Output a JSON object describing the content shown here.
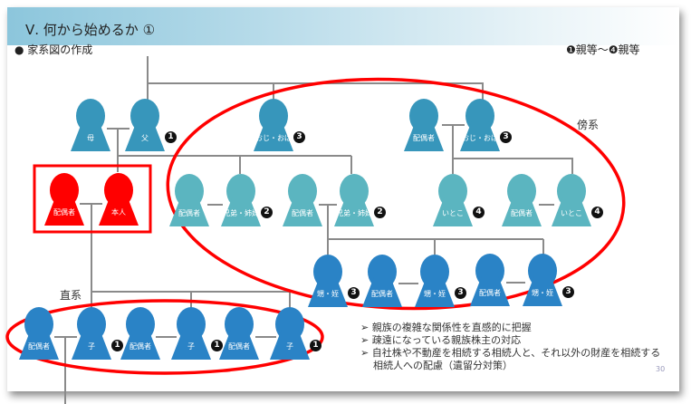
{
  "title": "Ⅴ. 何から始めるか ①",
  "bullet": "● 家系図の作成",
  "legend": "❶親等～❹親等",
  "labels": {
    "collateral": "傍系",
    "lineal": "直系"
  },
  "figures": {
    "mother": {
      "name": "母"
    },
    "father": {
      "name": "父",
      "badge": "1"
    },
    "uncle1": {
      "name": "おじ・おば",
      "badge": "3"
    },
    "uncle2_spouse": {
      "name": "配偶者"
    },
    "uncle2": {
      "name": "おじ・おば",
      "badge": "3"
    },
    "self_spouse": {
      "name": "配偶者"
    },
    "self": {
      "name": "本人"
    },
    "sib1_spouse": {
      "name": "配偶者"
    },
    "sib1": {
      "name": "兄弟・姉妹",
      "badge": "2"
    },
    "sib2_spouse": {
      "name": "配偶者"
    },
    "sib2": {
      "name": "兄弟・姉妹",
      "badge": "2"
    },
    "cousin1": {
      "name": "いとこ",
      "badge": "4"
    },
    "cousin2_spouse": {
      "name": "配偶者"
    },
    "cousin2": {
      "name": "いとこ",
      "badge": "4"
    },
    "nephew1": {
      "name": "甥・姪",
      "badge": "3"
    },
    "nephew2_spouse": {
      "name": "配偶者"
    },
    "nephew2": {
      "name": "甥・姪",
      "badge": "3"
    },
    "nephew3_spouse": {
      "name": "配偶者"
    },
    "nephew3": {
      "name": "甥・姪",
      "badge": "3"
    },
    "child1_spouse": {
      "name": "配偶者"
    },
    "child1": {
      "name": "子",
      "badge": "1"
    },
    "child2_spouse": {
      "name": "配偶者"
    },
    "child2": {
      "name": "子",
      "badge": "1"
    },
    "child3_spouse": {
      "name": "配偶者"
    },
    "child3": {
      "name": "子",
      "badge": "1"
    }
  },
  "notes": [
    "➢ 親族の複雑な関係性を直感的に把握",
    "➢ 疎遠になっている親族株主の対応",
    "➢ 自社株や不動産を相続する相続人と、それ以外の財産を相続する相続人への配慮（遺留分対策）"
  ],
  "page_number": "30",
  "colors": {
    "highlight": "#ff0000",
    "gen1": "#3796bb",
    "gen2": "#5bb5c0",
    "gen3": "#2a83c6"
  }
}
